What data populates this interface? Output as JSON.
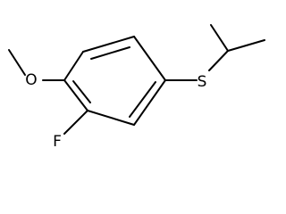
{
  "molecule": {
    "atoms": {
      "oxygen": "O",
      "sulfur": "S",
      "fluorine": "F"
    }
  }
}
